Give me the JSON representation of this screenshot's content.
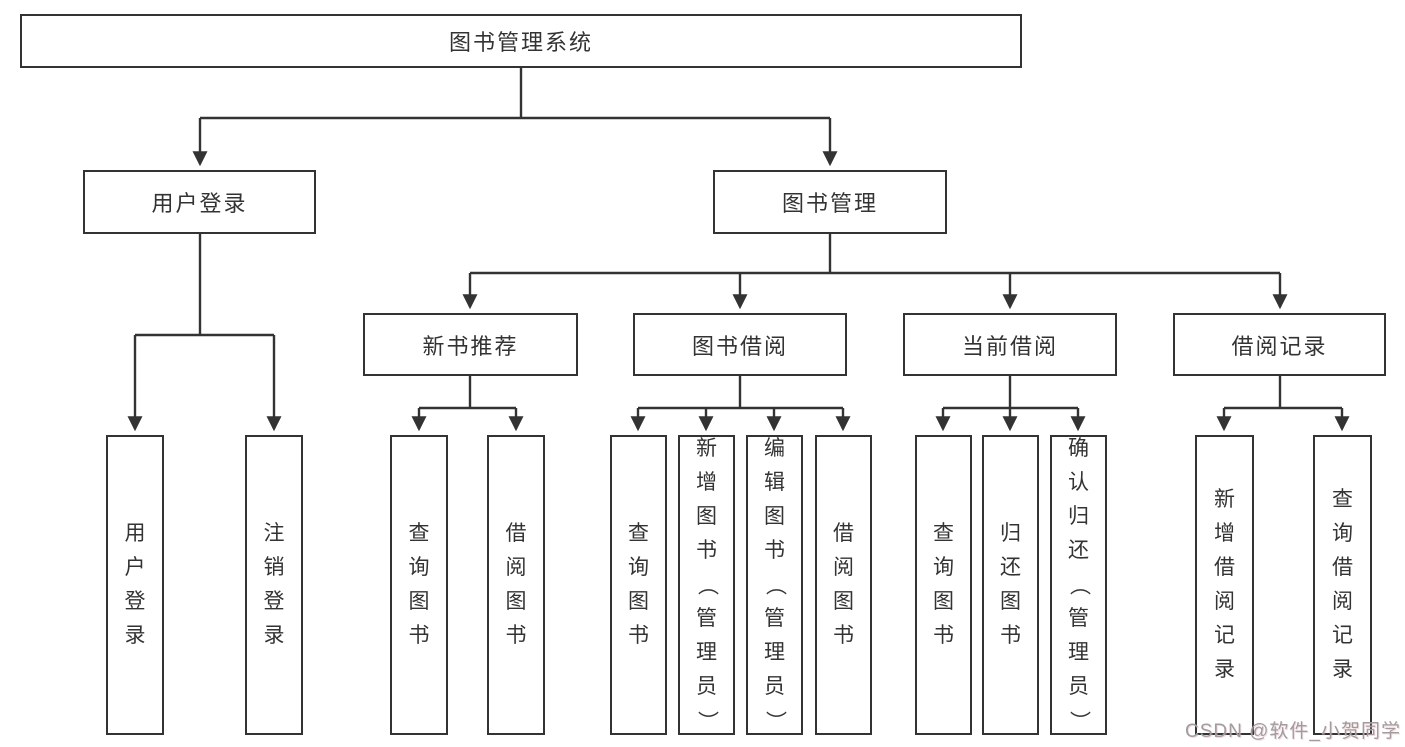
{
  "colors": {
    "background": "#ffffff",
    "line": "#333333",
    "border": "#333333",
    "text": "#333333",
    "watermark": "#9e9e9e"
  },
  "watermark": {
    "text": "CSDN @软件_小贺同学"
  },
  "nodes": {
    "root": {
      "label": "图书管理系统"
    },
    "user_login": {
      "label": "用户登录"
    },
    "book_management": {
      "label": "图书管理"
    },
    "new_book_recommend": {
      "label": "新书推荐"
    },
    "book_borrow": {
      "label": "图书借阅"
    },
    "current_borrow": {
      "label": "当前借阅"
    },
    "borrow_records": {
      "label": "借阅记录"
    }
  },
  "leaves": {
    "under_user_login": [
      {
        "label": "用户登录"
      },
      {
        "label": "注销登录"
      }
    ],
    "under_new_book_recommend": [
      {
        "label": "查询图书"
      },
      {
        "label": "借阅图书"
      }
    ],
    "under_book_borrow": [
      {
        "label": "查询图书"
      },
      {
        "label": "新增图书（管理员）"
      },
      {
        "label": "编辑图书（管理员）"
      },
      {
        "label": "借阅图书"
      }
    ],
    "under_current_borrow": [
      {
        "label": "查询图书"
      },
      {
        "label": "归还图书"
      },
      {
        "label": "确认归还（管理员）"
      }
    ],
    "under_borrow_records": [
      {
        "label": "新增借阅记录"
      },
      {
        "label": "查询借阅记录"
      }
    ]
  }
}
